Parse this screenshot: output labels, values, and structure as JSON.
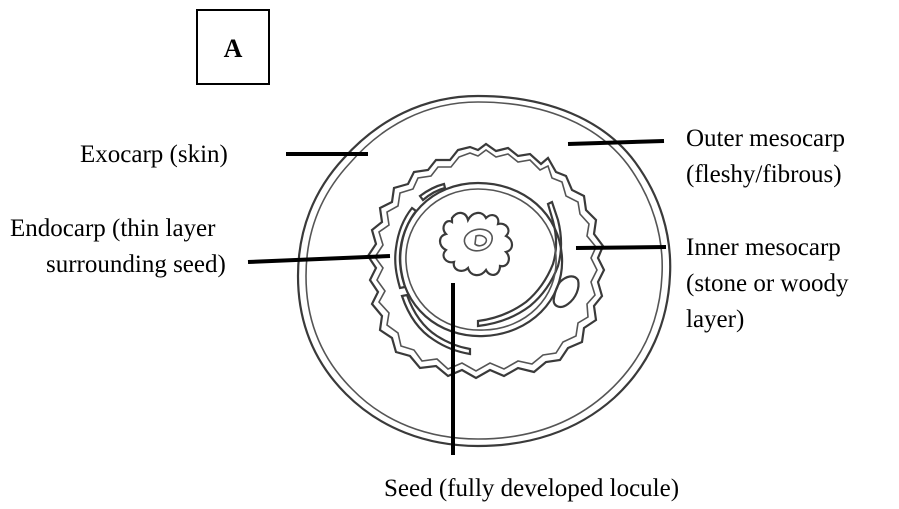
{
  "panel_label": "A",
  "labels": {
    "exocarp": "Exocarp (skin)",
    "outer_mesocarp_line1": "Outer mesocarp",
    "outer_mesocarp_line2": "(fleshy/fibrous)",
    "endocarp_line1": "Endocarp (thin layer",
    "endocarp_line2": "surrounding seed)",
    "inner_mesocarp_line1": "Inner mesocarp",
    "inner_mesocarp_line2": "(stone or woody",
    "inner_mesocarp_line3": "layer)",
    "seed": "Seed (fully developed locule)"
  }
}
